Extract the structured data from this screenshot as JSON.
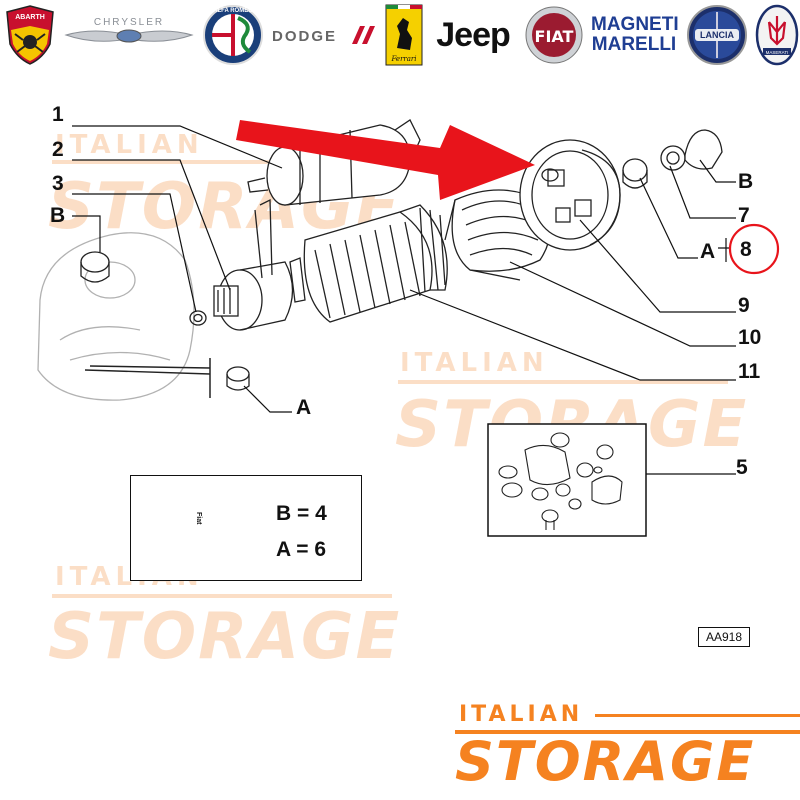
{
  "brands": [
    {
      "id": "abarth",
      "label": "ABARTH"
    },
    {
      "id": "chrysler",
      "label": "CHRYSLER"
    },
    {
      "id": "alfa-romeo",
      "label": "ALFA ROMEO"
    },
    {
      "id": "dodge",
      "label": "DODGE"
    },
    {
      "id": "ferrari",
      "label": "Ferrari"
    },
    {
      "id": "jeep",
      "label": "Jeep"
    },
    {
      "id": "fiat",
      "label": "FIAT"
    },
    {
      "id": "magneti-marelli",
      "label": "MAGNETI MARELLI"
    },
    {
      "id": "lancia",
      "label": "LANCIA"
    },
    {
      "id": "maserati",
      "label": "MASERATI"
    }
  ],
  "watermark": {
    "top": "ITALIAN",
    "bottom": "STORAGE"
  },
  "callouts": {
    "c1": "1",
    "c2": "2",
    "c3": "3",
    "cB_left": "B",
    "cB_right": "B",
    "c7": "7",
    "cA_right": "A",
    "c8": "8",
    "c9": "9",
    "c10": "10",
    "c11": "11",
    "cA_bottom": "A",
    "c5": "5"
  },
  "legend": {
    "line1": "B = 4",
    "line2": "A = 6",
    "tube_label": "Fiat"
  },
  "diagram_code": "AA918",
  "colors": {
    "arrow": "#e8141b",
    "highlight_circle": "#e8141b",
    "watermark": "#f6b27a",
    "footer_brand": "#f58220"
  }
}
